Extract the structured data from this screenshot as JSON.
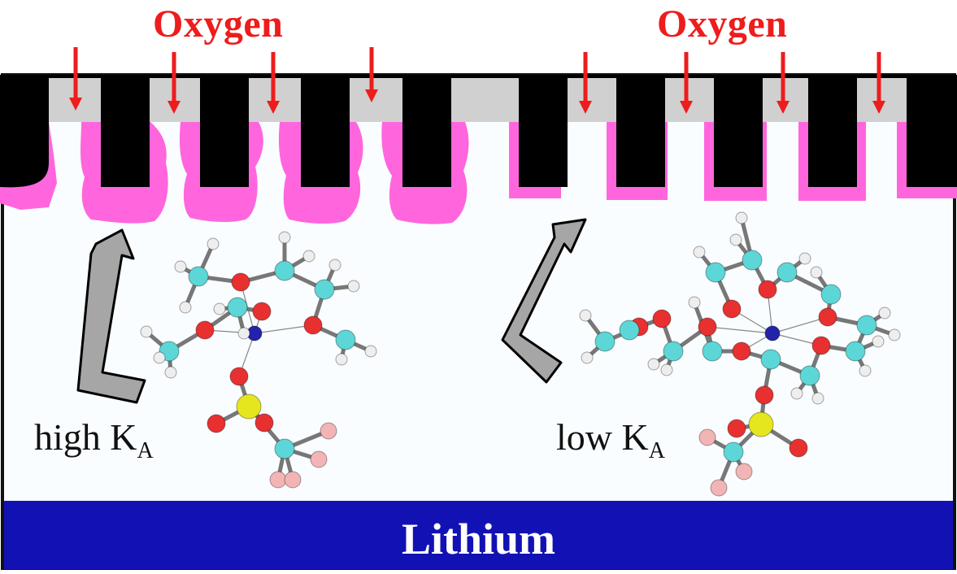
{
  "labels": {
    "oxygen_left": "Oxygen",
    "oxygen_right": "Oxygen",
    "high_ka": "high K",
    "low_ka": "low K",
    "ka_subscript": "A",
    "lithium": "Lithium"
  },
  "colors": {
    "cathode": "#000000",
    "pore_channel": "#d0d0d0",
    "discharge_product": "#ff66dd",
    "arrow_oxygen": "#ee1c1c",
    "arrow_transport": "#a6a6a6",
    "lithium_anode": "#1212b4",
    "electrolyte": "#fafdff",
    "carbon_atom": "#5cd6d6",
    "oxygen_atom": "#e83030",
    "hydrogen_atom": "#eeeeee",
    "fluorine_atom": "#f2b4b4",
    "sulfur_atom": "#e6e61e",
    "lithium_ion": "#2222aa"
  }
}
